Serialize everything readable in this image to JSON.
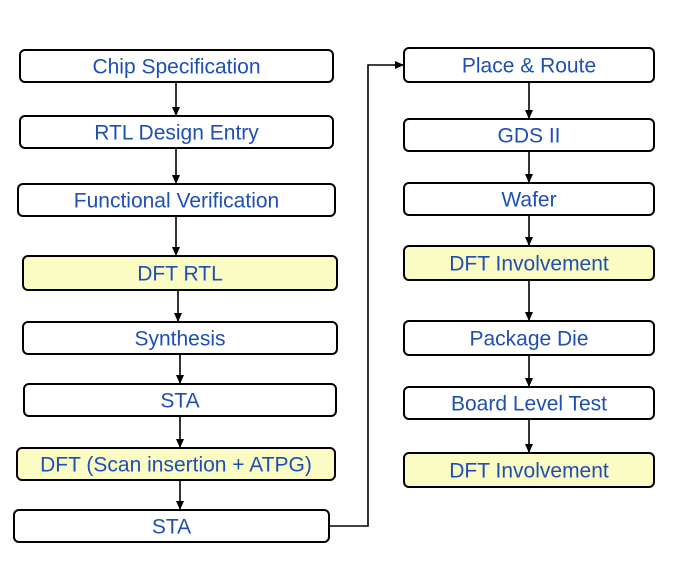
{
  "diagram": {
    "colors": {
      "text": "#1f4fb4",
      "plain_fill": "#ffffff",
      "highlight_fill": "#fbfbc4",
      "border": "#000000"
    },
    "left_column": [
      {
        "id": "chip-specification",
        "label": "Chip Specification",
        "highlight": false
      },
      {
        "id": "rtl-design-entry",
        "label": "RTL Design Entry",
        "highlight": false
      },
      {
        "id": "functional-verification",
        "label": "Functional Verification",
        "highlight": false
      },
      {
        "id": "dft-rtl",
        "label": "DFT RTL",
        "highlight": true
      },
      {
        "id": "synthesis",
        "label": "Synthesis",
        "highlight": false
      },
      {
        "id": "sta-1",
        "label": "STA",
        "highlight": false
      },
      {
        "id": "dft-scan-atpg",
        "label": "DFT (Scan insertion + ATPG)",
        "highlight": true
      },
      {
        "id": "sta-2",
        "label": "STA",
        "highlight": false
      }
    ],
    "right_column": [
      {
        "id": "place-route",
        "label": "Place & Route",
        "highlight": false
      },
      {
        "id": "gds-ii",
        "label": "GDS II",
        "highlight": false
      },
      {
        "id": "wafer",
        "label": "Wafer",
        "highlight": false
      },
      {
        "id": "dft-involvement-1",
        "label": "DFT Involvement",
        "highlight": true
      },
      {
        "id": "package-die",
        "label": "Package Die",
        "highlight": false
      },
      {
        "id": "board-level-test",
        "label": "Board Level Test",
        "highlight": false
      },
      {
        "id": "dft-involvement-2",
        "label": "DFT Involvement",
        "highlight": true
      }
    ]
  }
}
